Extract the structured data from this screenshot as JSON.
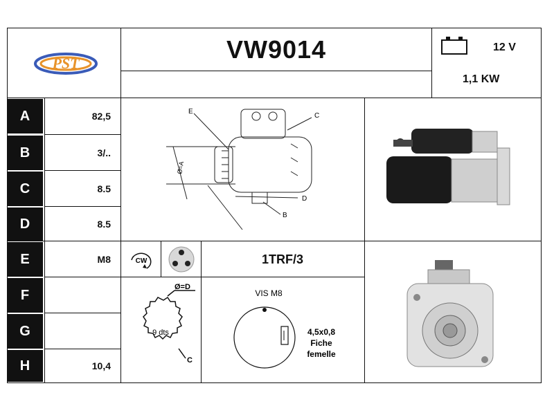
{
  "header": {
    "part_number": "VW9014",
    "voltage": "12 V",
    "power": "1,1 KW",
    "logo_text": "PST"
  },
  "specs": [
    {
      "letter": "A",
      "value": "82,5"
    },
    {
      "letter": "B",
      "value": "3/.."
    },
    {
      "letter": "C",
      "value": "8.5"
    },
    {
      "letter": "D",
      "value": "8.5"
    },
    {
      "letter": "E",
      "value": "M8"
    },
    {
      "letter": "F",
      "value": ""
    },
    {
      "letter": "G",
      "value": ""
    },
    {
      "letter": "H",
      "value": "10,4"
    }
  ],
  "diagram": {
    "label_e": "E",
    "label_c": "C",
    "label_d": "D",
    "label_b": "B",
    "label_dia_a": "Ø=A"
  },
  "mid_row": {
    "rotation": "CW",
    "code": "1TRF/3"
  },
  "gear": {
    "diameter_label": "Ø=D",
    "teeth_label": "9 dts",
    "c_label": "C"
  },
  "connector": {
    "screw_label": "VIS M8",
    "size_label": "4,5x0,8",
    "fiche_label": "Fiche",
    "femelle_label": "femelle"
  },
  "colors": {
    "ink": "#111111",
    "logo_blue": "#3a5bb8",
    "logo_orange": "#e8932a"
  }
}
